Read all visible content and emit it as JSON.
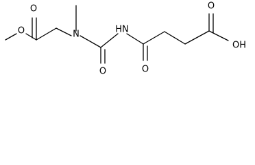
{
  "molecule": {
    "atom_labels": {
      "ester_carbonyl_o": "O",
      "ester_ether_o": "O",
      "amine_n": "N",
      "urea_o": "O",
      "imide_nh": "HN",
      "amide_o": "O",
      "acid_o": "O",
      "acid_oh": "OH"
    }
  }
}
